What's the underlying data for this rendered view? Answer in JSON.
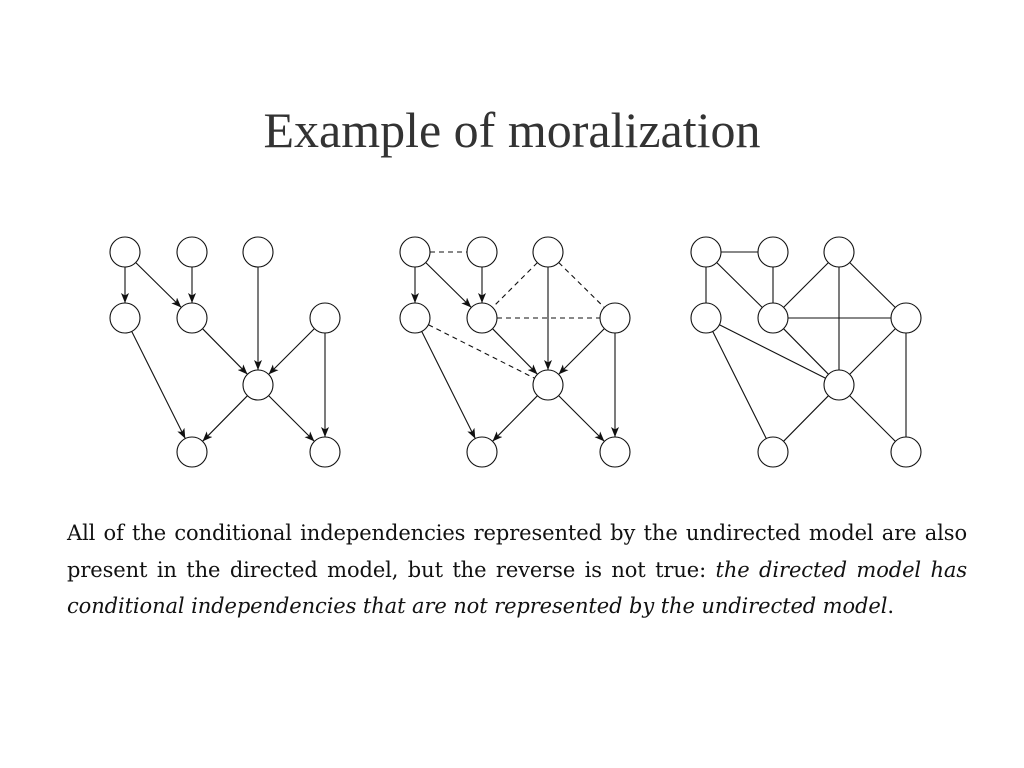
{
  "slide": {
    "title": "Example of moralization"
  },
  "caption": {
    "plain": "All of the conditional independencies represented by the undirected model are also present in the directed model, but the reverse is not true: ",
    "italic": "the directed model has conditional independencies that are not represented by the undirected model",
    "end": "."
  },
  "graphs": [
    {
      "name": "directed-graph",
      "nodes": [
        "a",
        "b",
        "c",
        "d",
        "e",
        "f",
        "g",
        "h",
        "i"
      ],
      "edges": [
        {
          "from": "a",
          "to": "d",
          "style": "arrow"
        },
        {
          "from": "a",
          "to": "e",
          "style": "arrow"
        },
        {
          "from": "b",
          "to": "e",
          "style": "arrow"
        },
        {
          "from": "c",
          "to": "g",
          "style": "arrow"
        },
        {
          "from": "e",
          "to": "g",
          "style": "arrow"
        },
        {
          "from": "f",
          "to": "g",
          "style": "arrow"
        },
        {
          "from": "f",
          "to": "i",
          "style": "arrow"
        },
        {
          "from": "d",
          "to": "h",
          "style": "arrow"
        },
        {
          "from": "g",
          "to": "h",
          "style": "arrow"
        },
        {
          "from": "g",
          "to": "i",
          "style": "arrow"
        }
      ]
    },
    {
      "name": "moralization-graph",
      "nodes": [
        "a",
        "b",
        "c",
        "d",
        "e",
        "f",
        "g",
        "h",
        "i"
      ],
      "edges": [
        {
          "from": "a",
          "to": "d",
          "style": "arrow"
        },
        {
          "from": "a",
          "to": "e",
          "style": "arrow"
        },
        {
          "from": "b",
          "to": "e",
          "style": "arrow"
        },
        {
          "from": "c",
          "to": "g",
          "style": "arrow"
        },
        {
          "from": "e",
          "to": "g",
          "style": "arrow"
        },
        {
          "from": "f",
          "to": "g",
          "style": "arrow"
        },
        {
          "from": "f",
          "to": "i",
          "style": "arrow"
        },
        {
          "from": "d",
          "to": "h",
          "style": "arrow"
        },
        {
          "from": "g",
          "to": "h",
          "style": "arrow"
        },
        {
          "from": "g",
          "to": "i",
          "style": "arrow"
        },
        {
          "from": "a",
          "to": "b",
          "style": "dashed"
        },
        {
          "from": "c",
          "to": "e",
          "style": "dashed"
        },
        {
          "from": "c",
          "to": "f",
          "style": "dashed"
        },
        {
          "from": "e",
          "to": "f",
          "style": "dashed"
        },
        {
          "from": "d",
          "to": "g",
          "style": "dashed"
        }
      ]
    },
    {
      "name": "undirected-graph",
      "nodes": [
        "a",
        "b",
        "c",
        "d",
        "e",
        "f",
        "g",
        "h",
        "i"
      ],
      "edges": [
        {
          "from": "a",
          "to": "b",
          "style": "line"
        },
        {
          "from": "a",
          "to": "d",
          "style": "line"
        },
        {
          "from": "a",
          "to": "e",
          "style": "line"
        },
        {
          "from": "b",
          "to": "e",
          "style": "line"
        },
        {
          "from": "c",
          "to": "e",
          "style": "line"
        },
        {
          "from": "c",
          "to": "f",
          "style": "line"
        },
        {
          "from": "c",
          "to": "g",
          "style": "line"
        },
        {
          "from": "e",
          "to": "f",
          "style": "line"
        },
        {
          "from": "e",
          "to": "g",
          "style": "line"
        },
        {
          "from": "f",
          "to": "g",
          "style": "line"
        },
        {
          "from": "f",
          "to": "i",
          "style": "line"
        },
        {
          "from": "d",
          "to": "g",
          "style": "line"
        },
        {
          "from": "d",
          "to": "h",
          "style": "line"
        },
        {
          "from": "g",
          "to": "h",
          "style": "line"
        },
        {
          "from": "g",
          "to": "i",
          "style": "line"
        }
      ]
    }
  ]
}
